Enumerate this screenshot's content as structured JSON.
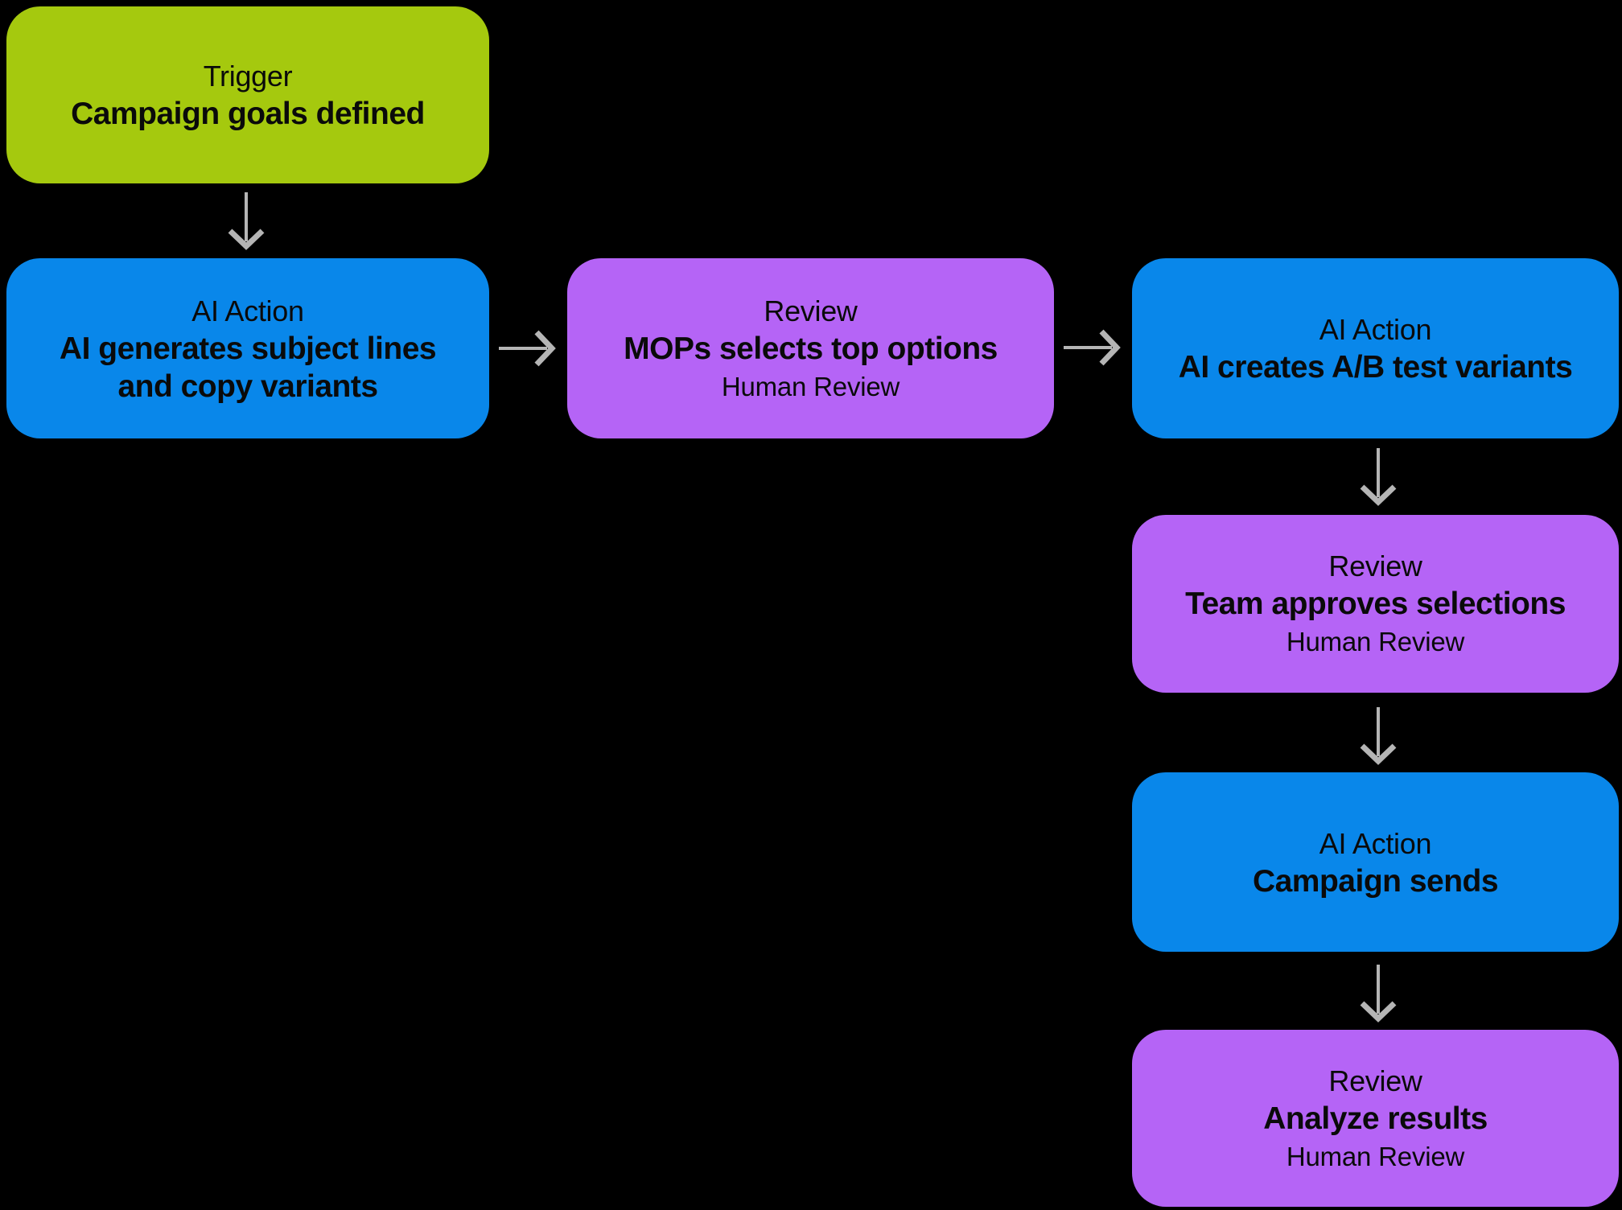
{
  "colors": {
    "background": "#000000",
    "trigger": "#a5c90e",
    "ai_action": "#0987ea",
    "review": "#b564f6",
    "arrow": "#b5b5b5",
    "text": "#0a0a0a"
  },
  "nodes": [
    {
      "kind": "Trigger",
      "title": "Trigger",
      "label": "Campaign goals defined"
    },
    {
      "kind": "AI Action",
      "title": "AI Action",
      "label": "AI generates subject lines and copy variants"
    },
    {
      "kind": "Review",
      "title": "Review",
      "label": "MOPs selects top options",
      "sublabel": "Human Review"
    },
    {
      "kind": "AI Action",
      "title": "AI Action",
      "label": "AI creates A/B test variants"
    },
    {
      "kind": "Review",
      "title": "Review",
      "label": "Team approves selections",
      "sublabel": "Human Review"
    },
    {
      "kind": "AI Action",
      "title": "AI Action",
      "label": "Campaign sends"
    },
    {
      "kind": "Review",
      "title": "Review",
      "label": "Analyze results",
      "sublabel": "Human Review"
    }
  ],
  "connections": [
    {
      "from": "Trigger / Campaign goals defined",
      "to": "AI Action / AI generates subject lines and copy variants",
      "direction": "down"
    },
    {
      "from": "AI Action / AI generates subject lines",
      "to": "Review / MOPs selects top options",
      "direction": "right"
    },
    {
      "from": "Review / MOPs selects top options",
      "to": "AI Action / AI creates A/B test variants",
      "direction": "right"
    },
    {
      "from": "AI Action / AI creates A/B test variants",
      "to": "Review / Team approves selections",
      "direction": "down"
    },
    {
      "from": "Review / Team approves selections",
      "to": "AI Action / Campaign sends",
      "direction": "down"
    },
    {
      "from": "AI Action / Campaign sends",
      "to": "Review / Analyze results",
      "direction": "down"
    }
  ]
}
